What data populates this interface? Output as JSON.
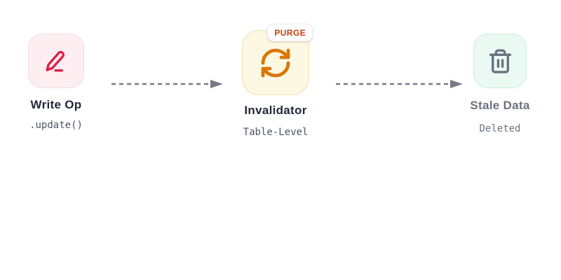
{
  "diagram": {
    "background": "#ffffff",
    "nodes": [
      {
        "id": "write-op",
        "title": "Write Op",
        "subtitle": ".update()",
        "icon": "pencil-icon",
        "colors": {
          "box_bg": "#fdeef1",
          "box_border": "#f7d9e0",
          "icon": "#e11d48",
          "title": "#1f2937",
          "subtitle": "#4b5563"
        }
      },
      {
        "id": "invalidator",
        "title": "Invalidator",
        "subtitle": "Table-Level",
        "badge": "PURGE",
        "icon": "refresh-icon",
        "colors": {
          "box_bg": "#fdf8e2",
          "box_border": "#eadfb2",
          "icon": "#d97706",
          "title": "#1f2937",
          "subtitle": "#4b5563",
          "badge_text": "#c2410c",
          "badge_bg": "#ffffff"
        }
      },
      {
        "id": "stale-data",
        "title": "Stale Data",
        "subtitle": "Deleted",
        "icon": "trash-icon",
        "colors": {
          "box_bg": "#eafaf3",
          "box_border": "#c8eedd",
          "icon": "#6b7280",
          "title": "#6b7280",
          "subtitle": "#6b7280"
        }
      }
    ],
    "connectors": [
      {
        "from": "write-op",
        "to": "invalidator",
        "style": "dashed",
        "color": "#7a7a84"
      },
      {
        "from": "invalidator",
        "to": "stale-data",
        "style": "dashed",
        "color": "#7a7a84"
      }
    ]
  }
}
